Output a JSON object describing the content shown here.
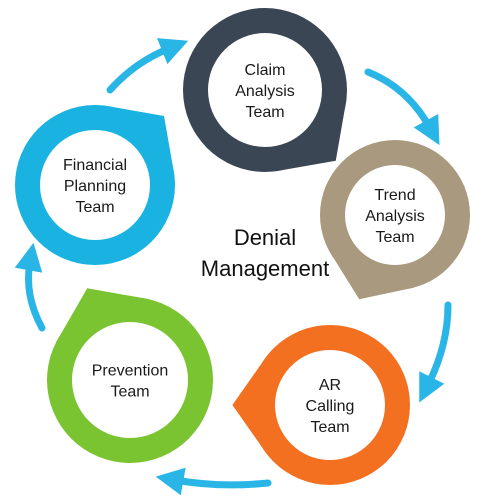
{
  "title": {
    "line1": "Denial",
    "line2": "Management"
  },
  "cycle_order": [
    "claim-analysis",
    "trend-analysis",
    "ar-calling",
    "prevention",
    "financial-planning"
  ],
  "teams": [
    {
      "id": "claim-analysis",
      "lines": [
        "Claim",
        "Analysis",
        "Team"
      ],
      "color": "#3a4654"
    },
    {
      "id": "trend-analysis",
      "lines": [
        "Trend",
        "Analysis",
        "Team"
      ],
      "color": "#a8997f"
    },
    {
      "id": "ar-calling",
      "lines": [
        "AR",
        "Calling",
        "Team"
      ],
      "color": "#f37021"
    },
    {
      "id": "prevention",
      "lines": [
        "Prevention",
        "Team"
      ],
      "color": "#7ac431"
    },
    {
      "id": "financial-planning",
      "lines": [
        "Financial",
        "Planning",
        "Team"
      ],
      "color": "#1ab2e0"
    }
  ],
  "colors": {
    "arrow": "#29b6e6",
    "label_text": "#1a1a1a",
    "inner_fill": "#ffffff"
  }
}
